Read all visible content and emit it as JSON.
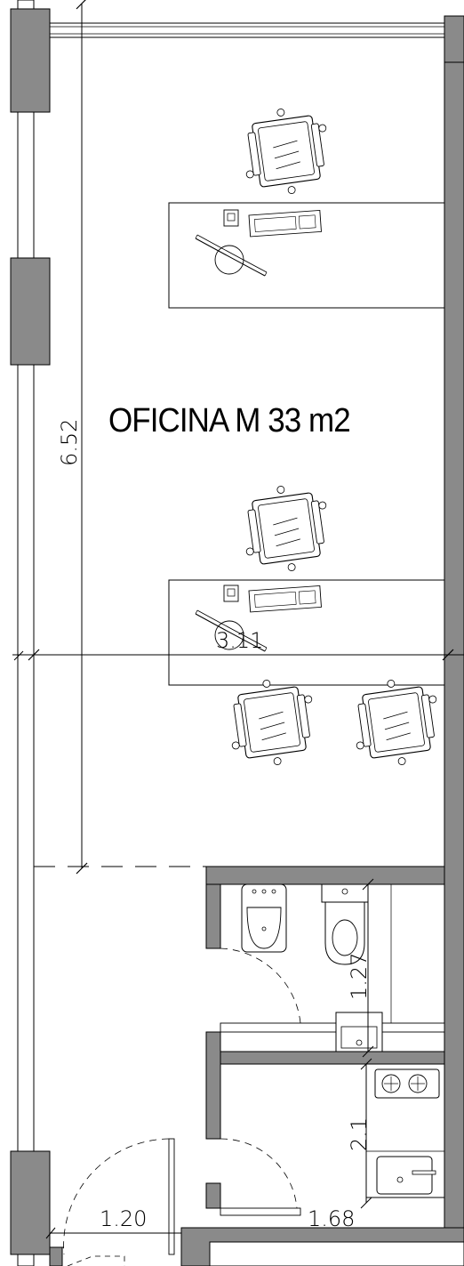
{
  "room": {
    "label": "OFICINA M 33 m2"
  },
  "dimensions": {
    "height_main": "6.52",
    "width_main": "3.11",
    "bath_depth": "1.27",
    "kitchen_depth": "2.1",
    "hall_width": "1.20",
    "kitchen_width": "1.68"
  },
  "colors": {
    "wall_fill": "#8a8a8a",
    "line": "#000000"
  },
  "icons": [
    "office-chair-icon",
    "desk-icon",
    "monitor-icon",
    "keyboard-icon",
    "toilet-icon",
    "bidet-icon",
    "sink-icon",
    "cooktop-icon",
    "kitchen-sink-icon",
    "door-swing-icon"
  ]
}
